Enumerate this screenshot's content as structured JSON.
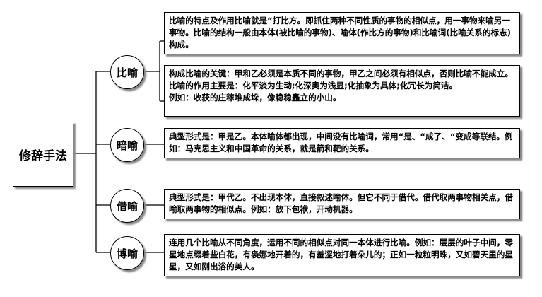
{
  "root": "修辞手法",
  "branches": [
    {
      "label": "比喻",
      "boxes": [
        [
          "比喻的特点及作用比喻就是“打比方。即抓住两种不同性质的事物的相似点，用一事物来喻另一事物。比喻的结构一般由本体(被比喻的事物)、喻体(作比方的事物)和比喻词(比喻关系的标志)构成。"
        ],
        [
          "构成比喻的关键：甲和乙必须是本质不同的事物，甲乙之间必须有相似点，否则比喻不能成立。",
          "比喻的作用主要是：化平淡为生动;化深奥为浅显;化抽象为具体;化冗长为简洁。",
          "例如：收获的庄稼堆成垛，像稳稳矗立的小山。"
        ]
      ]
    },
    {
      "label": "暗喻",
      "boxes": [
        [
          "典型形式是：甲是乙。本体喻体都出现，中间没有比喻词，常用“是、“成了、“变成等联结。例如：马克思主义和中国革命的关系，就是箭和靶的关系。"
        ]
      ]
    },
    {
      "label": "借喻",
      "boxes": [
        [
          "典型形式是：甲代乙。不出现本体，直接叙述喻体。但它不同于借代。借代取两事物相关点，借喻取两事物的相似点。例如：放下包袱，开动机器。"
        ]
      ]
    },
    {
      "label": "博喻",
      "boxes": [
        [
          "连用几个比喻从不同角度，运用不同的相似点对同一本体进行比喻。例如：层层的叶子中间，零星地点缀着些白花，有袅娜地开着的，有羞涩地打着朵儿的；正如一粒粒明珠，又如碧天里的星星，又如刚出浴的美人。"
        ]
      ]
    }
  ]
}
